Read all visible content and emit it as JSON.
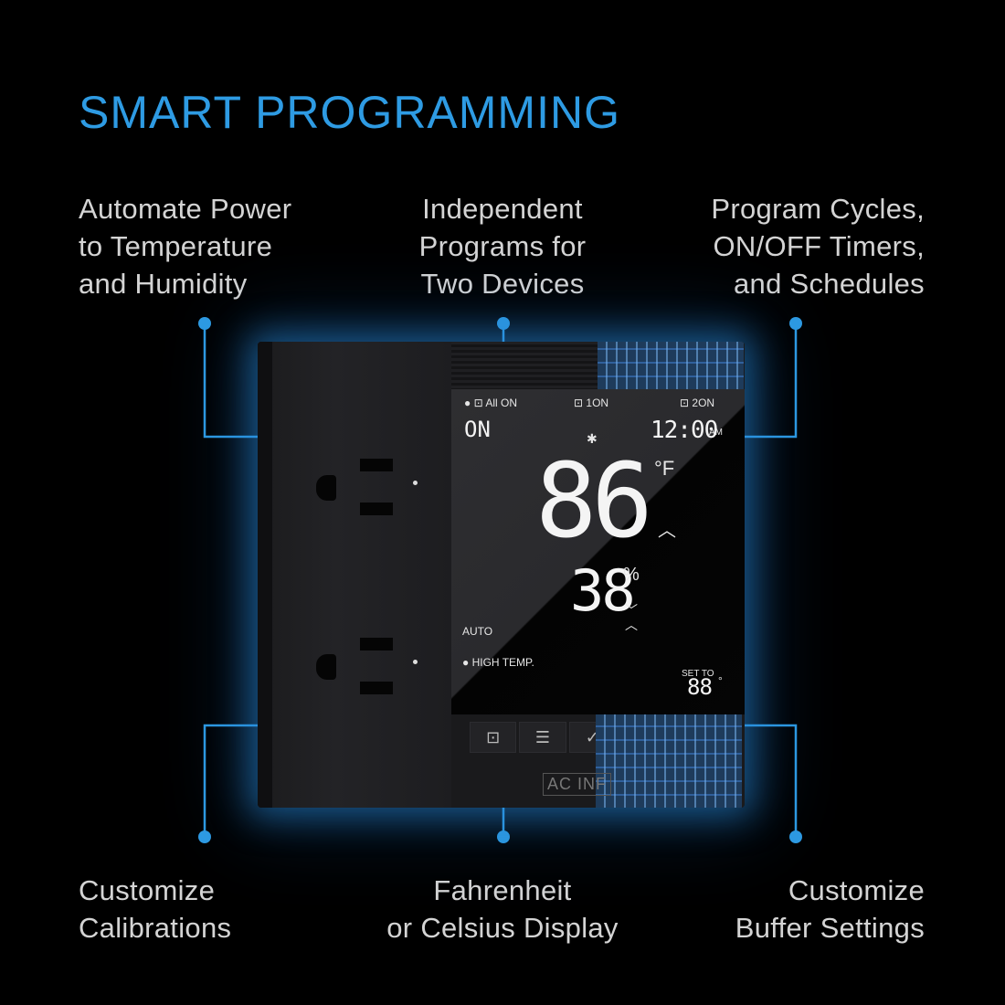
{
  "headline": "SMART PROGRAMMING",
  "features": {
    "top_left": "Automate Power\nto Temperature\nand Humidity",
    "top_center": "Independent\nPrograms for\nTwo Devices",
    "top_right": "Program Cycles,\nON/OFF Timers,\nand Schedules",
    "bottom_left": "Customize\nCalibrations",
    "bottom_center": "Fahrenheit\nor Celsius Display",
    "bottom_right": "Customize\nBuffer Settings"
  },
  "colors": {
    "accent": "#2e9be3",
    "glow": "#288cdc",
    "background": "#000000"
  },
  "device": {
    "brand": "AC INF",
    "display": {
      "outlet_all": "All",
      "outlet_1": "1",
      "outlet_2": "2",
      "state": "ON",
      "clock": "12:00",
      "clock_suffix": "AM",
      "bluetooth_icon": "bluetooth-icon",
      "temperature": "86",
      "temperature_unit": "°F",
      "humidity": "38",
      "humidity_unit": "%",
      "mode": "AUTO",
      "trigger": "HIGH TEMP.",
      "set_to_label": "SET TO",
      "set_to_value": "88",
      "set_to_unit": "°"
    },
    "buttons": [
      "outlet-icon",
      "menu-icon",
      "check-icon"
    ]
  }
}
